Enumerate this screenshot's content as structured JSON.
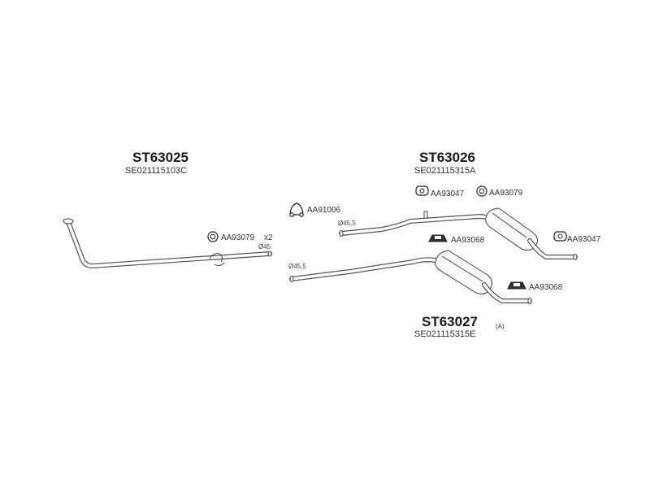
{
  "parts": {
    "front_pipe": {
      "part_no": "ST63025",
      "oe_no": "SE021115103C",
      "diameter": "Ø45",
      "gasket": "AA93079",
      "gasket_qty": "x2"
    },
    "middle_section": {
      "part_no": "ST63026",
      "oe_no": "SE021115315A",
      "diameter": "Ø45,5",
      "mount_left": "AA93047",
      "ring": "AA93079",
      "mount_right": "AA93047",
      "clamp": "AA91006",
      "bracket": "AA93068"
    },
    "rear_section": {
      "part_no": "ST63027",
      "suffix": "(A)",
      "oe_no": "SE021115315E",
      "diameter": "Ø45,5",
      "bracket": "AA93068"
    }
  }
}
